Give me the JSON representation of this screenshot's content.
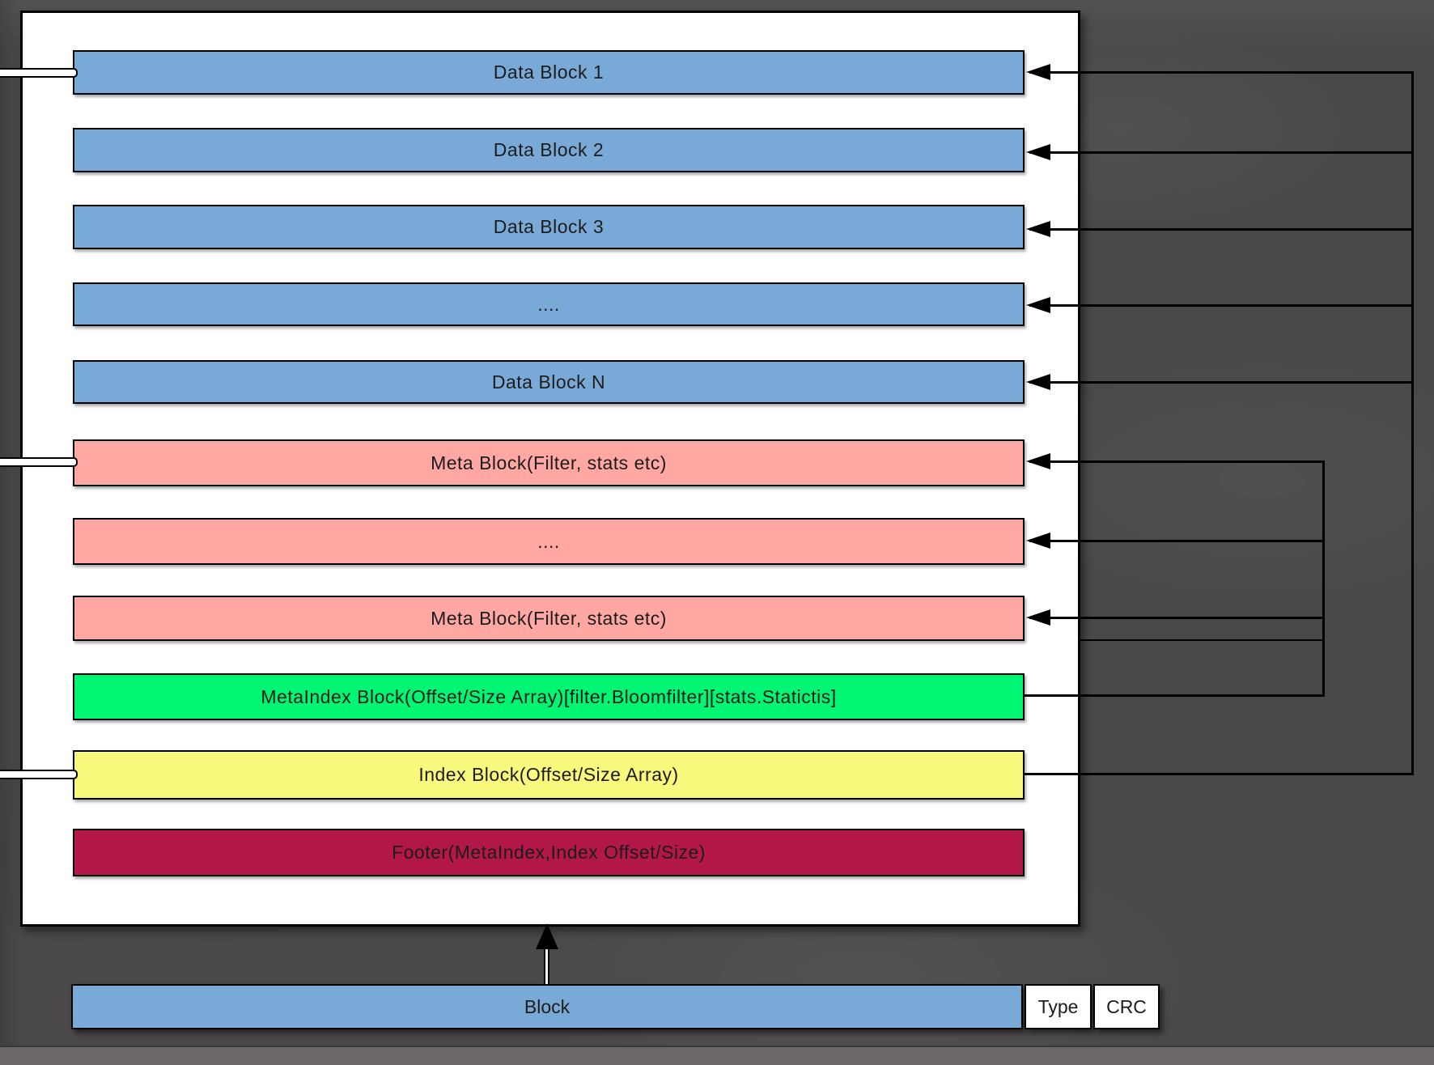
{
  "diagram": {
    "blocks": [
      {
        "label": "Data Block 1",
        "type": "data"
      },
      {
        "label": "Data Block 2",
        "type": "data"
      },
      {
        "label": "Data Block 3",
        "type": "data"
      },
      {
        "label": "....",
        "type": "data"
      },
      {
        "label": "Data Block N",
        "type": "data"
      },
      {
        "label": "Meta Block(Filter, stats etc)",
        "type": "meta"
      },
      {
        "label": "....",
        "type": "meta"
      },
      {
        "label": "Meta Block(Filter, stats etc)",
        "type": "meta"
      },
      {
        "label": "MetaIndex Block(Offset/Size Array)[filter.Bloomfilter][stats.Statictis]",
        "type": "metaindex"
      },
      {
        "label": "Index Block(Offset/Size Array)",
        "type": "index"
      },
      {
        "label": "Footer(MetaIndex,Index Offset/Size)",
        "type": "footer"
      }
    ],
    "bottom_row": {
      "block_label": "Block",
      "type_label": "Type",
      "crc_label": "CRC"
    },
    "colors": {
      "data": "#79aad7",
      "meta": "#ffa7a3",
      "metaindex": "#00f573",
      "index": "#f9f97d",
      "footer": "#b21748",
      "background": "#4b4849",
      "line": "#000000",
      "text": "#1c1c1c"
    }
  }
}
